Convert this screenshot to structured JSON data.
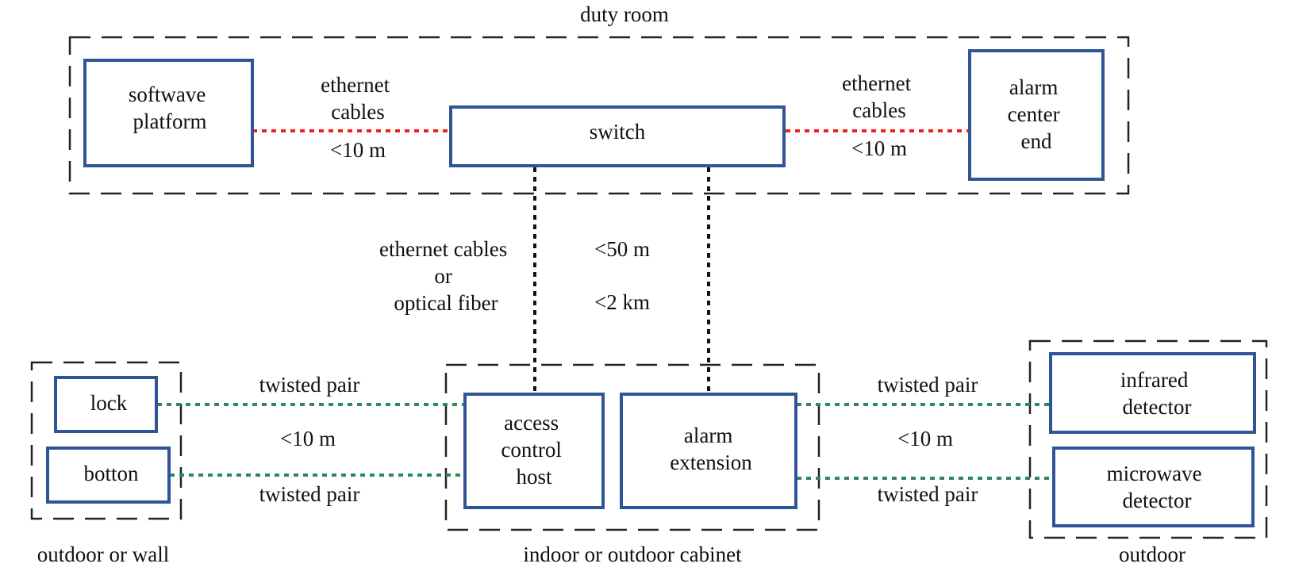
{
  "colors": {
    "node_border": "#2f5597",
    "zone_border": "#222222",
    "ethernet_link": "#ee2222",
    "vertical_link": "#111111",
    "twisted_pair_link": "#2a8a5e",
    "text": "#111111"
  },
  "zones": {
    "duty_room": "duty room",
    "outdoor_or_wall": "outdoor or wall",
    "indoor_or_outdoor_cabinet": "indoor or outdoor cabinet",
    "outdoor": "outdoor"
  },
  "nodes": {
    "softwave_platform": [
      "softwave",
      "platform"
    ],
    "switch": [
      "switch"
    ],
    "alarm_center_end": [
      "alarm",
      "center",
      "end"
    ],
    "lock": [
      "lock"
    ],
    "botton": [
      "botton"
    ],
    "access_control_host": [
      "access",
      "control",
      "host"
    ],
    "alarm_extension": [
      "alarm",
      "extension"
    ],
    "infrared_detector": [
      "infrared",
      "detector"
    ],
    "microwave_detector": [
      "microwave",
      "detector"
    ]
  },
  "links": {
    "left_ethernet": {
      "label": [
        "ethernet",
        "cables"
      ],
      "distance": "<10 m"
    },
    "right_ethernet": {
      "label": [
        "ethernet",
        "cables"
      ],
      "distance": "<10 m"
    },
    "vertical": {
      "label": [
        "ethernet cables",
        "or",
        "optical fiber"
      ],
      "distances": [
        "<50 m",
        "<2 km"
      ]
    },
    "left_twisted": {
      "top_label": "twisted pair",
      "distance": "<10 m",
      "bottom_label": "twisted pair"
    },
    "right_twisted": {
      "top_label": "twisted pair",
      "distance": "<10 m",
      "bottom_label": "twisted pair"
    }
  }
}
